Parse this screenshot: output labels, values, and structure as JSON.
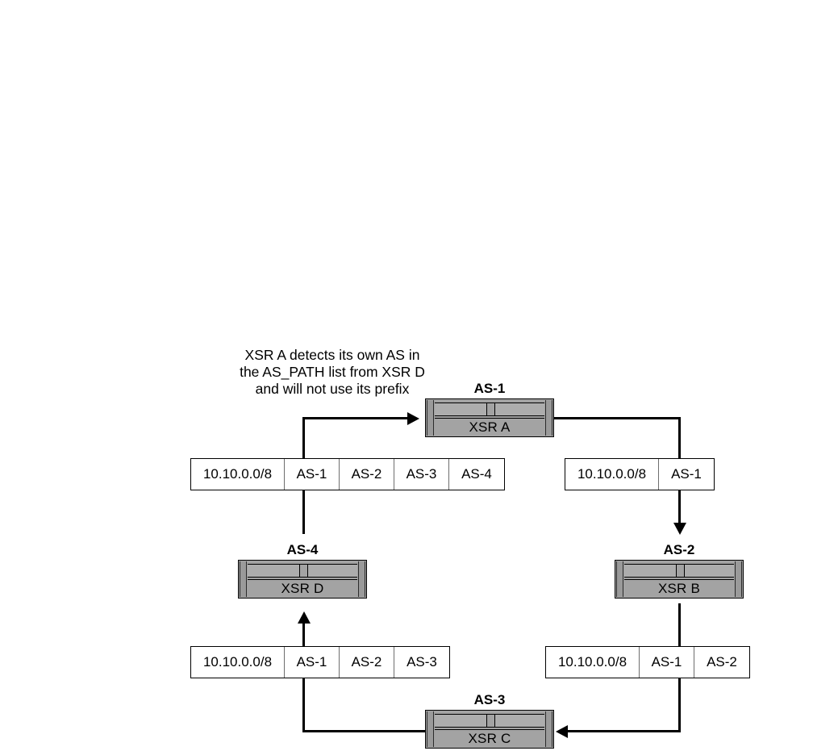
{
  "diagram": {
    "annotation": {
      "lines": [
        "XSR A detects its own AS in",
        "the AS_PATH list from XSR D",
        "and will not use its prefix"
      ]
    },
    "routers": [
      {
        "id": "xsr-a",
        "as_label": "AS-1",
        "name": "XSR A"
      },
      {
        "id": "xsr-b",
        "as_label": "AS-2",
        "name": "XSR B"
      },
      {
        "id": "xsr-c",
        "as_label": "AS-3",
        "name": "XSR C"
      },
      {
        "id": "xsr-d",
        "as_label": "AS-4",
        "name": "XSR D"
      }
    ],
    "tables": [
      {
        "id": "table-to-xsr-a",
        "prefix": "10.10.0.0/8",
        "as_path": [
          "AS-1",
          "AS-2",
          "AS-3",
          "AS-4"
        ]
      },
      {
        "id": "table-a-to-b",
        "prefix": "10.10.0.0/8",
        "as_path": [
          "AS-1"
        ]
      },
      {
        "id": "table-c-to-d",
        "prefix": "10.10.0.0/8",
        "as_path": [
          "AS-1",
          "AS-2",
          "AS-3"
        ]
      },
      {
        "id": "table-b-to-c",
        "prefix": "10.10.0.0/8",
        "as_path": [
          "AS-1",
          "AS-2"
        ]
      }
    ]
  }
}
